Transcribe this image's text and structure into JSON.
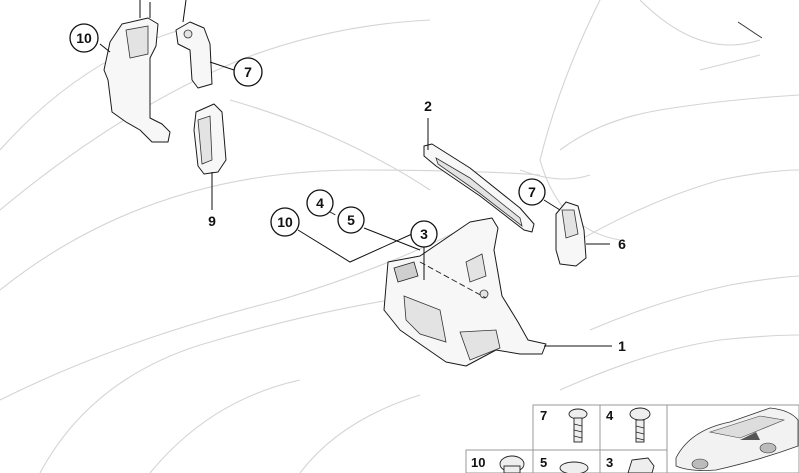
{
  "diagram": {
    "callouts": {
      "top_left_10": "10",
      "top_7": "7",
      "plain_9": "9",
      "plain_2": "2",
      "mid_4": "4",
      "mid_5": "5",
      "mid_10": "10",
      "mid_3": "3",
      "right_7": "7",
      "plain_6": "6",
      "plain_1": "1"
    },
    "legend": {
      "cells": [
        "7",
        "4",
        "10",
        "5",
        "3"
      ]
    }
  }
}
